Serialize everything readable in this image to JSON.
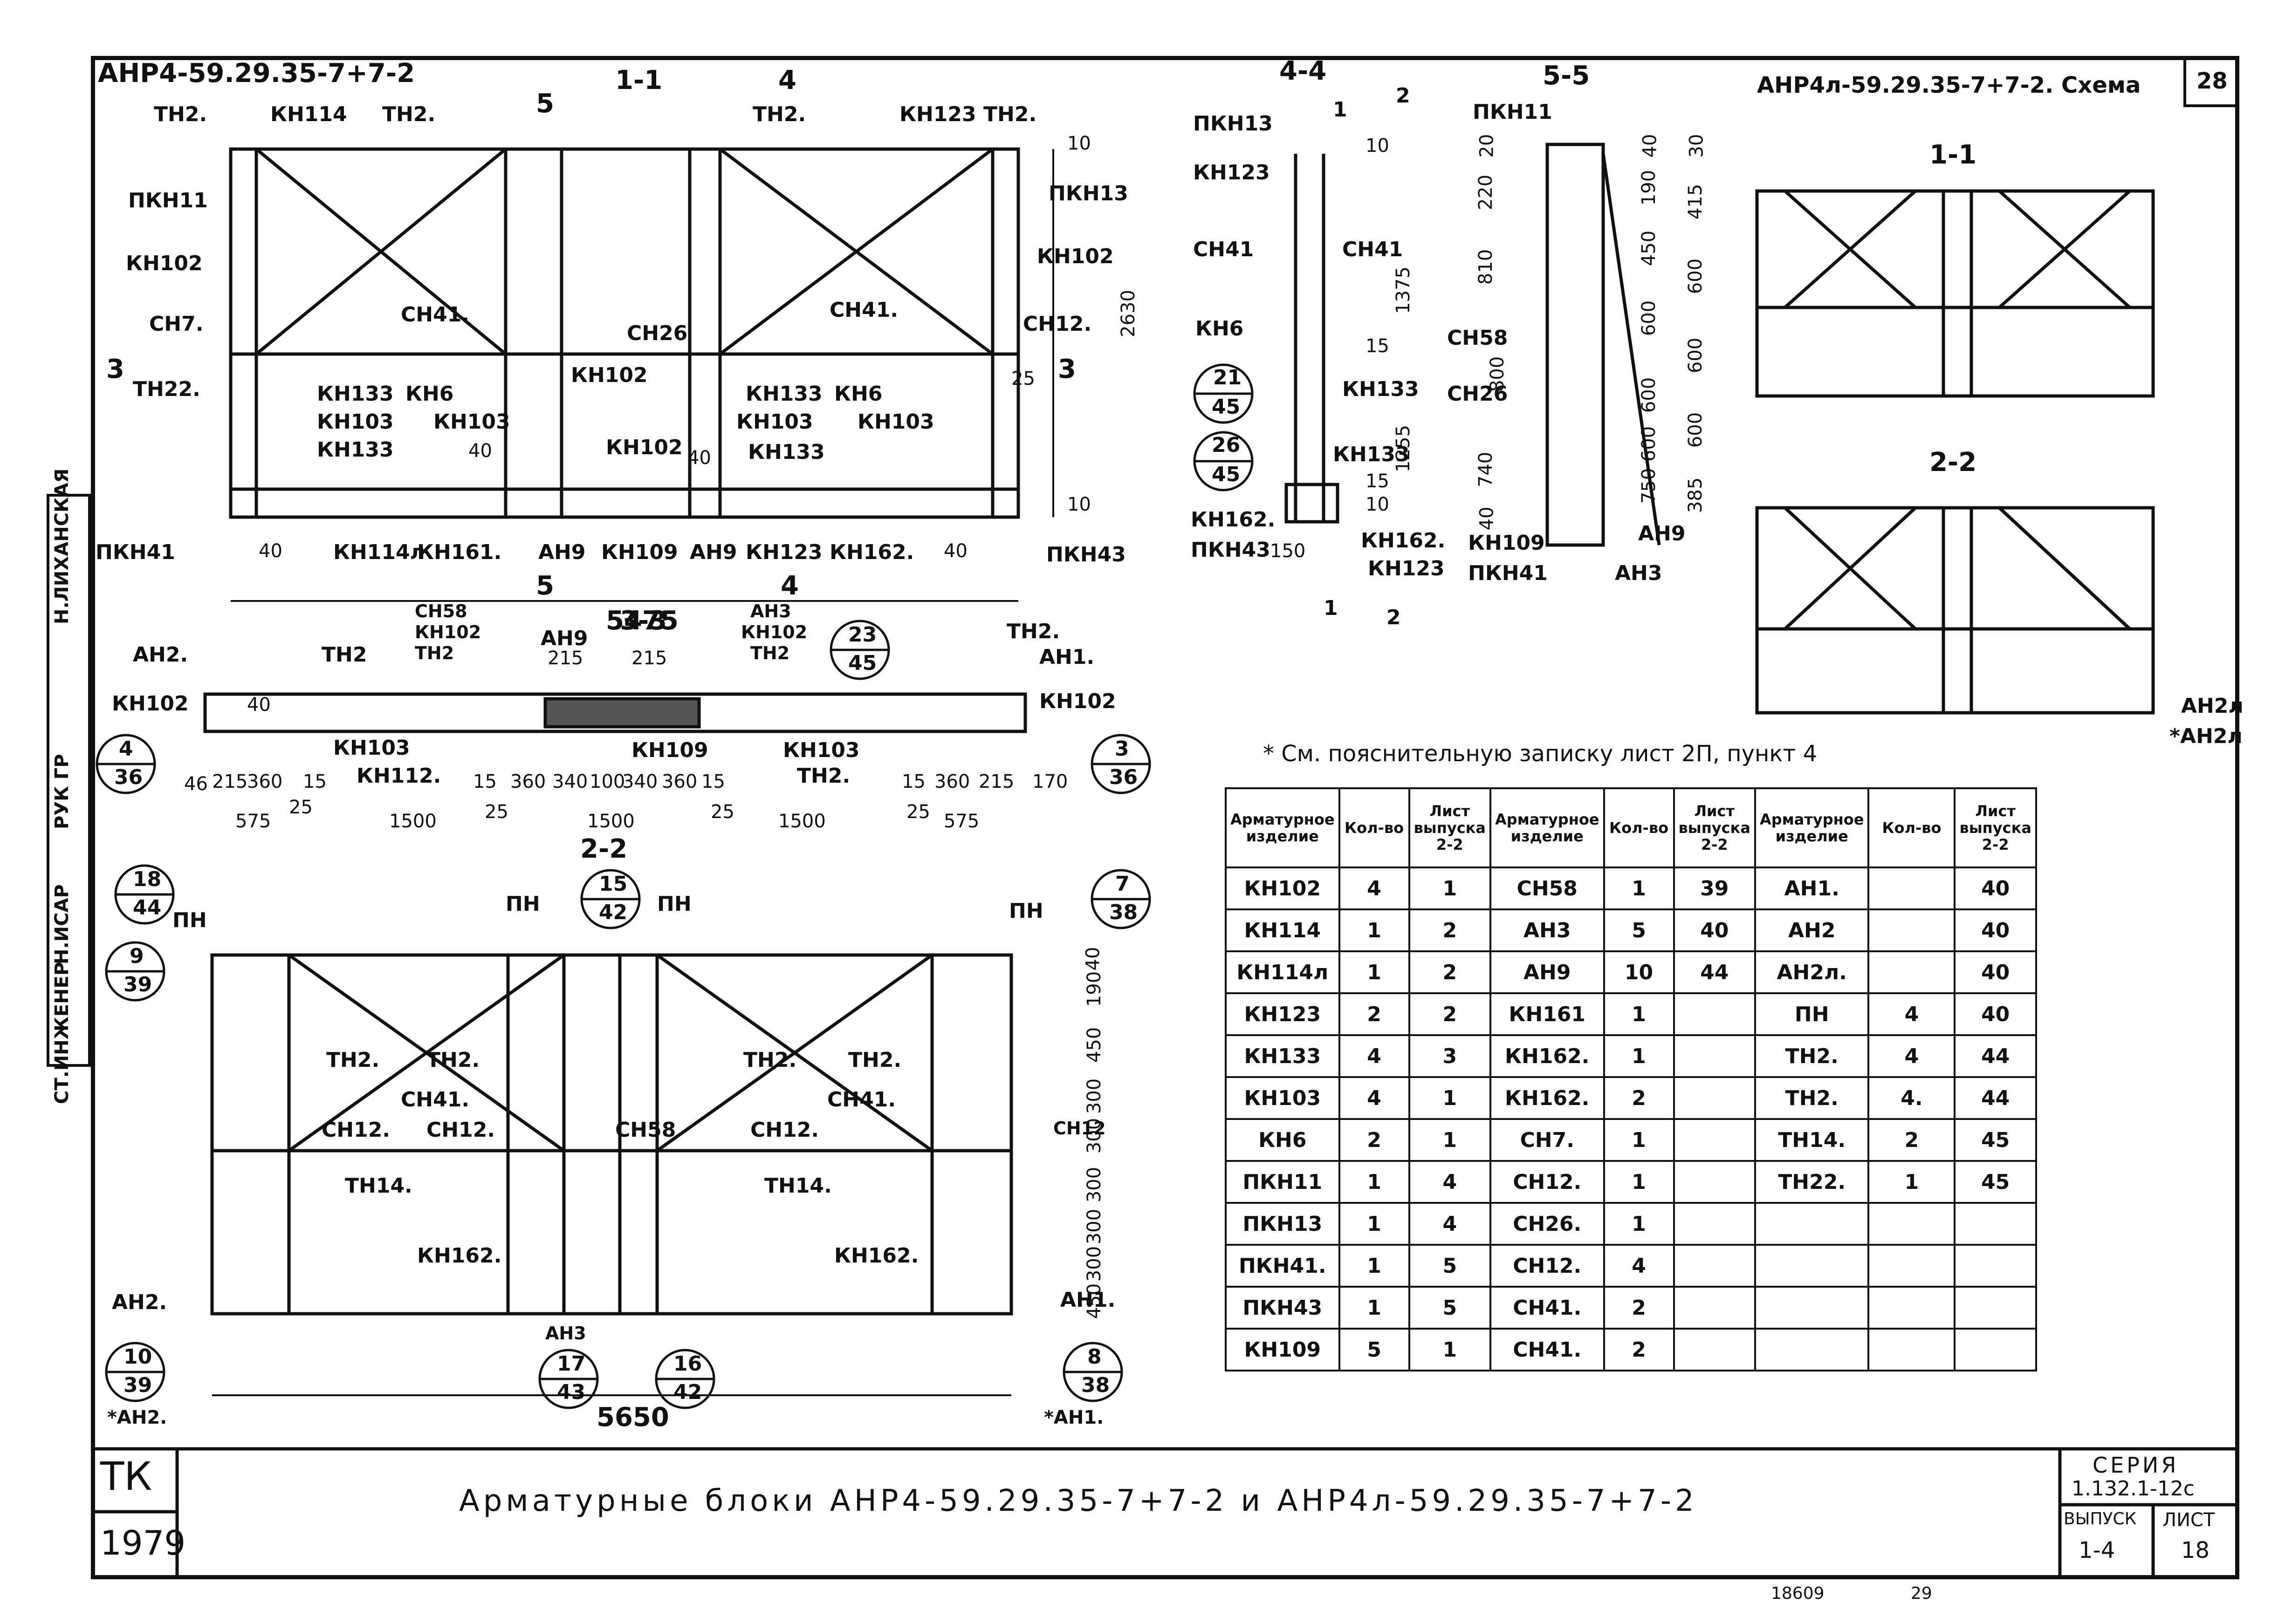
{
  "sheet": {
    "number": "28",
    "main_title": "Арматурные блоки АНР4-59.29.35-7+7-2 и АНР4л-59.29.35-7+7-2",
    "stamp_tk": "ТК",
    "year": "1979",
    "series_label": "СЕРИЯ",
    "series_value": "1.132.1-12с",
    "issue_label": "ВЫПУСК",
    "issue_value": "1-4",
    "sheet_label": "ЛИСТ",
    "sheet_value": "18",
    "bottom_code": "18609",
    "bottom_page": "29"
  },
  "side_stamp": {
    "roles": [
      "РУК ГР",
      "Н.ИСАР",
      "СТ.ИНЖЕНЕР"
    ],
    "name": "Н.ЛИХАНСКАЯ"
  },
  "drawing_main": {
    "title": "АНР4-59.29.35-7+7-2",
    "section_label": "1-1",
    "labels": [
      "ТН2.",
      "КН114",
      "ТН2.",
      "КН123",
      "ТН2.",
      "ТН2.",
      "ПКН11",
      "ПКН13",
      "КН102",
      "КН102",
      "СН41.",
      "СН41.",
      "СН26",
      "СН7.",
      "СН12.",
      "ТН22.",
      "КН133",
      "КН6",
      "КН102",
      "КН133",
      "КН6",
      "КН103",
      "КН103",
      "КН103",
      "КН103",
      "КН133",
      "КН102",
      "КН133",
      "ПКН41",
      "КН114л",
      "КН161.",
      "АН9",
      "КН109",
      "АН9",
      "КН123",
      "КН162.",
      "ПКН43"
    ],
    "dims": [
      "40",
      "40",
      "40",
      "40",
      "10",
      "2630",
      "25",
      "10",
      "5475"
    ],
    "cut_marks": [
      "5",
      "4",
      "3",
      "3",
      "5",
      "4"
    ]
  },
  "section_44": {
    "title": "4-4",
    "labels": [
      "ПКН13",
      "КН123",
      "СН41",
      "СН41",
      "КН6",
      "КН133",
      "КН133",
      "КН162.",
      "КН162.",
      "ПКН43",
      "КН123"
    ],
    "dims": [
      "1",
      "2",
      "10",
      "1375",
      "15",
      "1255",
      "15",
      "10",
      "150",
      "1",
      "2"
    ],
    "refs": [
      {
        "top": "21",
        "bottom": "45"
      },
      {
        "top": "26",
        "bottom": "45"
      }
    ]
  },
  "section_55": {
    "title": "5-5",
    "labels": [
      "ПКН11",
      "СН58",
      "СН26",
      "КН109",
      "ПКН41",
      "АН9",
      "АН3"
    ],
    "dims_left": [
      "20",
      "220",
      "810",
      "800",
      "740",
      "40"
    ],
    "dims_right": [
      "40",
      "190",
      "450",
      "600",
      "600",
      "600",
      "750",
      "385",
      "30",
      "415",
      "600",
      "600",
      "600"
    ]
  },
  "section_33": {
    "title": "3-3",
    "labels": [
      "СН58",
      "КН102",
      "ТН2",
      "АН9",
      "АН3",
      "КН102",
      "ТН2",
      "АН2.",
      "ТН2",
      "ТН2.",
      "АН1.",
      "КН102",
      "КН102",
      "КН103",
      "КН103",
      "КН109",
      "ТН2.",
      "КН112."
    ],
    "dims": [
      "40",
      "46",
      "215",
      "360",
      "15",
      "25",
      "575",
      "1500",
      "25",
      "15",
      "360",
      "340",
      "100",
      "340",
      "360",
      "15",
      "215",
      "215",
      "1500",
      "25",
      "15",
      "360",
      "215",
      "170",
      "575",
      "1500",
      "25"
    ],
    "refs": [
      {
        "top": "4",
        "bottom": "36"
      },
      {
        "top": "23",
        "bottom": "45"
      },
      {
        "top": "3",
        "bottom": "36"
      }
    ]
  },
  "section_22": {
    "title": "2-2",
    "labels": [
      "ПН",
      "ПН",
      "ПН",
      "ПН",
      "ТН2.",
      "ТН2.",
      "ТН2.",
      "ТН2.",
      "СН41.",
      "СН41.",
      "СН12.",
      "СН12.",
      "СН58",
      "СН12.",
      "СН12",
      "ТН14.",
      "ТН14.",
      "КН162.",
      "КН162.",
      "АН2.",
      "АН1.",
      "АН3",
      "*АН2.",
      "*АН1."
    ],
    "dims": [
      "40",
      "190",
      "450",
      "300",
      "300",
      "300",
      "300",
      "300",
      "450",
      "5650"
    ],
    "refs": [
      {
        "top": "18",
        "bottom": "44"
      },
      {
        "top": "9",
        "bottom": "39"
      },
      {
        "top": "15",
        "bottom": "42"
      },
      {
        "top": "7",
        "bottom": "38"
      },
      {
        "top": "10",
        "bottom": "39"
      },
      {
        "top": "17",
        "bottom": "43"
      },
      {
        "top": "16",
        "bottom": "42"
      },
      {
        "top": "8",
        "bottom": "38"
      }
    ]
  },
  "scheme": {
    "title": "АНР4л-59.29.35-7+7-2. Схема",
    "section_a": "1-1",
    "section_b": "2-2",
    "labels": [
      "АН2л",
      "*АН2л"
    ]
  },
  "note": "* См. пояснительную записку лист 2П, пункт 4",
  "spec_table": {
    "headers": [
      "Арматурное изделие",
      "Кол-во",
      "Лист выпуска 2-2",
      "Арматурное изделие",
      "Кол-во",
      "Лист выпуска 2-2",
      "Арматурное изделие",
      "Кол-во",
      "Лист выпуска 2-2"
    ],
    "rows": [
      [
        "КН102",
        "4",
        "1",
        "СН58",
        "1",
        "39",
        "АН1.",
        "",
        "40"
      ],
      [
        "КН114",
        "1",
        "2",
        "АН3",
        "5",
        "40",
        "АН2",
        "",
        "40"
      ],
      [
        "КН114л",
        "1",
        "2",
        "АН9",
        "10",
        "44",
        "АН2л.",
        "",
        "40"
      ],
      [
        "КН123",
        "2",
        "2",
        "КН161",
        "1",
        "",
        "ПН",
        "4",
        "40"
      ],
      [
        "КН133",
        "4",
        "3",
        "КН162.",
        "1",
        "",
        "ТН2.",
        "4",
        "44"
      ],
      [
        "КН103",
        "4",
        "1",
        "КН162.",
        "2",
        "",
        "ТН2.",
        "4.",
        "44"
      ],
      [
        "КН6",
        "2",
        "1",
        "СН7.",
        "1",
        "",
        "ТН14.",
        "2",
        "45"
      ],
      [
        "ПКН11",
        "1",
        "4",
        "СН12.",
        "1",
        "",
        "ТН22.",
        "1",
        "45"
      ],
      [
        "ПКН13",
        "1",
        "4",
        "СН26.",
        "1",
        "",
        "",
        "",
        ""
      ],
      [
        "ПКН41.",
        "1",
        "5",
        "СН12.",
        "4",
        "",
        "",
        "",
        ""
      ],
      [
        "ПКН43",
        "1",
        "5",
        "СН41.",
        "2",
        "",
        "",
        "",
        ""
      ],
      [
        "КН109",
        "5",
        "1",
        "СН41.",
        "2",
        "",
        "",
        "",
        ""
      ]
    ]
  }
}
